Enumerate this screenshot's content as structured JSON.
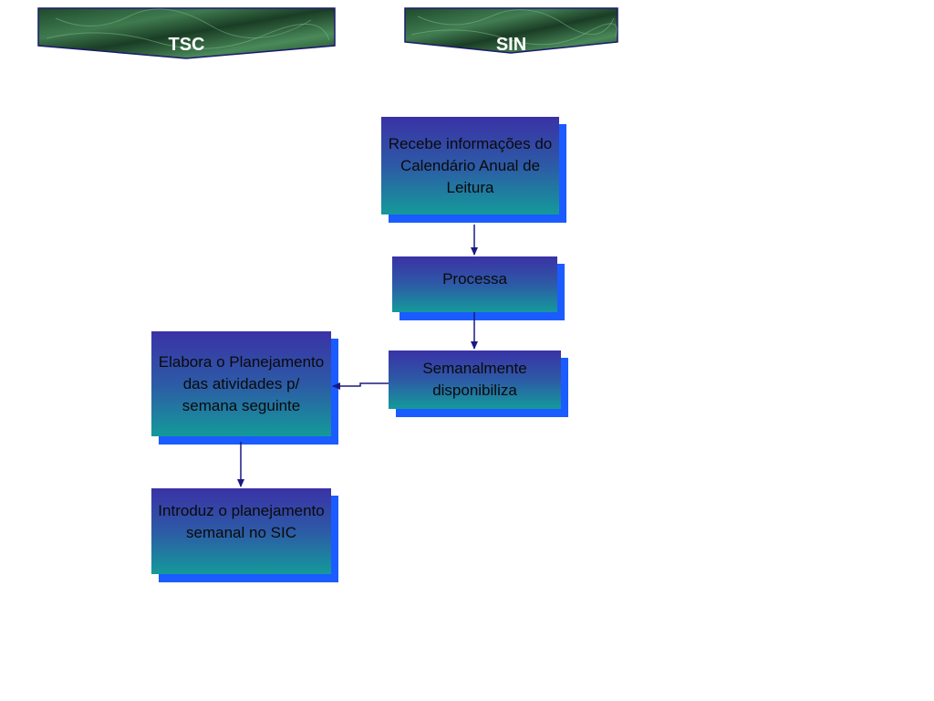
{
  "lanes": {
    "tsc": "TSC",
    "sin": "SIN"
  },
  "nodes": {
    "recebe": "Recebe informações do Calendário Anual de Leitura",
    "processa": "Processa",
    "semanalmente": "Semanalmente disponibiliza",
    "elabora": "Elabora o Planejamento das atividades p/ semana seguinte",
    "introduz": "Introduz o planejamento semanal no SIC"
  },
  "colors": {
    "box_top": "#3a32a6",
    "box_bottom": "#149a9a",
    "shadow": "#1a5cff",
    "arrow": "#1a1a80",
    "lane_banner": "#1f4a2e"
  }
}
